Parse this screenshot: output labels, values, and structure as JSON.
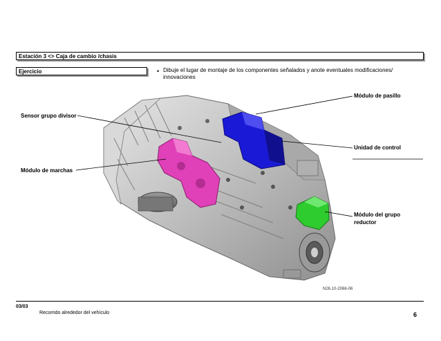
{
  "header": {
    "title": "Estación 3 <> Caja de cambio /chasis"
  },
  "exercise": {
    "label": "Ejercicio",
    "bullet": "•",
    "instruction": "Dibuje el lugar de montaje de los componentes señalados y anote eventuales modificaciones/ innovaciones"
  },
  "labels": {
    "modulo_pasillo": "Módulo de pasillo",
    "sensor_grupo_divisor": "Sensor grupo divisor",
    "unidad_control": "Unidad de control",
    "modulo_marchas": "Módulo de marchas",
    "modulo_grupo_reductor_1": "Módulo del grupo",
    "modulo_grupo_reductor_2": "reductor"
  },
  "image_ref": "N26.10-2066-06",
  "footer": {
    "date": "03/03",
    "text": "Recorrido alrededor del vehículo",
    "page": "6"
  },
  "colors": {
    "blue_component": "#1a1ad6",
    "pink_component": "#e040b8",
    "green_component": "#2ecc2e",
    "gearbox_gray": "#c8c8c8"
  }
}
